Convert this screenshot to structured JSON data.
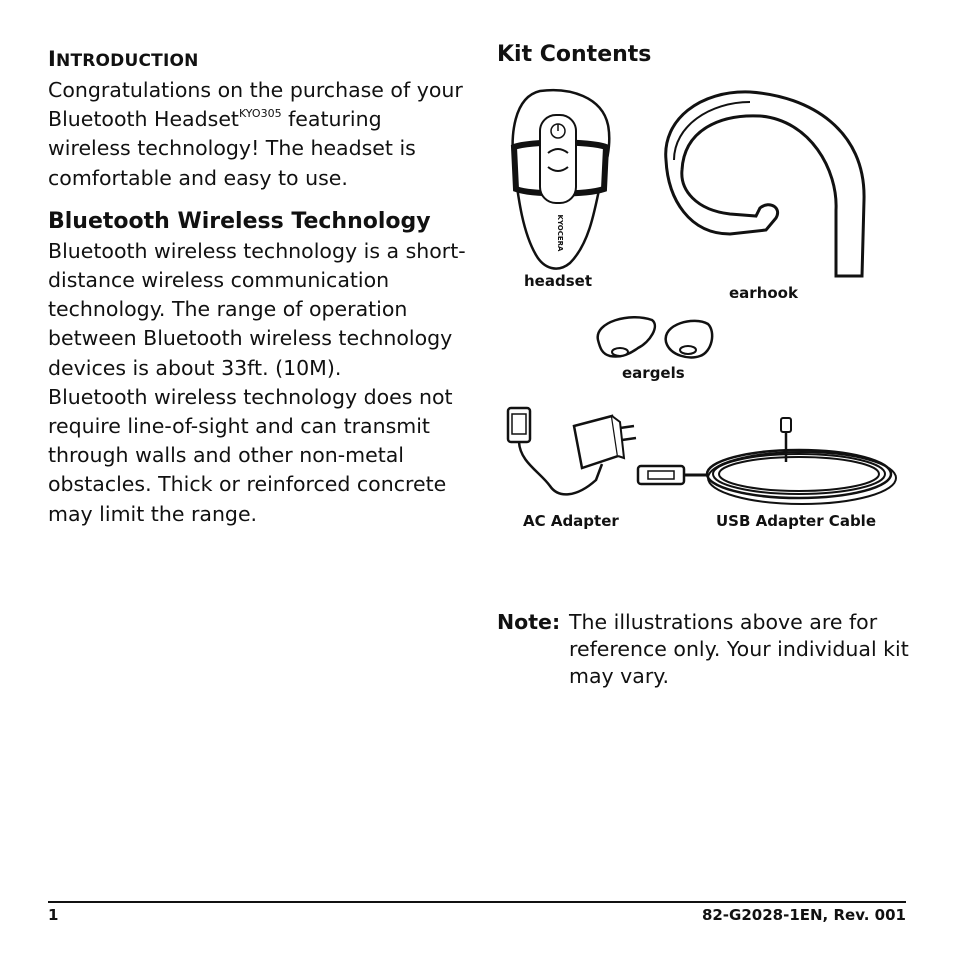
{
  "intro": {
    "heading_initial": "I",
    "heading_rest": "NTRODUCTION",
    "text_before_sup": "Congratulations on the purchase of your Bluetooth Headset",
    "sup": "KYO305",
    "text_after_sup": " featuring wireless technology! The headset is comfortable and easy to use."
  },
  "bluetooth": {
    "heading": "Bluetooth Wireless Technology",
    "para1": "Bluetooth wireless technology is a short-distance wireless communication technology. The range of operation between Bluetooth wireless technology devices is about 33ft. (10M).",
    "para2": "Bluetooth wireless technology does not require line-of-sight and can transmit through walls and other non-metal obstacles. Thick or reinforced concrete may limit the range."
  },
  "kit": {
    "heading": "Kit Contents",
    "labels": {
      "headset": "headset",
      "earhook": "earhook",
      "eargels": "eargels",
      "ac_adapter": "AC Adapter",
      "usb_cable": "USB Adapter Cable"
    },
    "headset_logo": "KYOCERA"
  },
  "note": {
    "label": "Note:",
    "text": "The illustrations above are for reference only. Your individual kit may vary."
  },
  "footer": {
    "page_number": "1",
    "doc_id": "82-G2028-1EN, Rev. 001"
  }
}
